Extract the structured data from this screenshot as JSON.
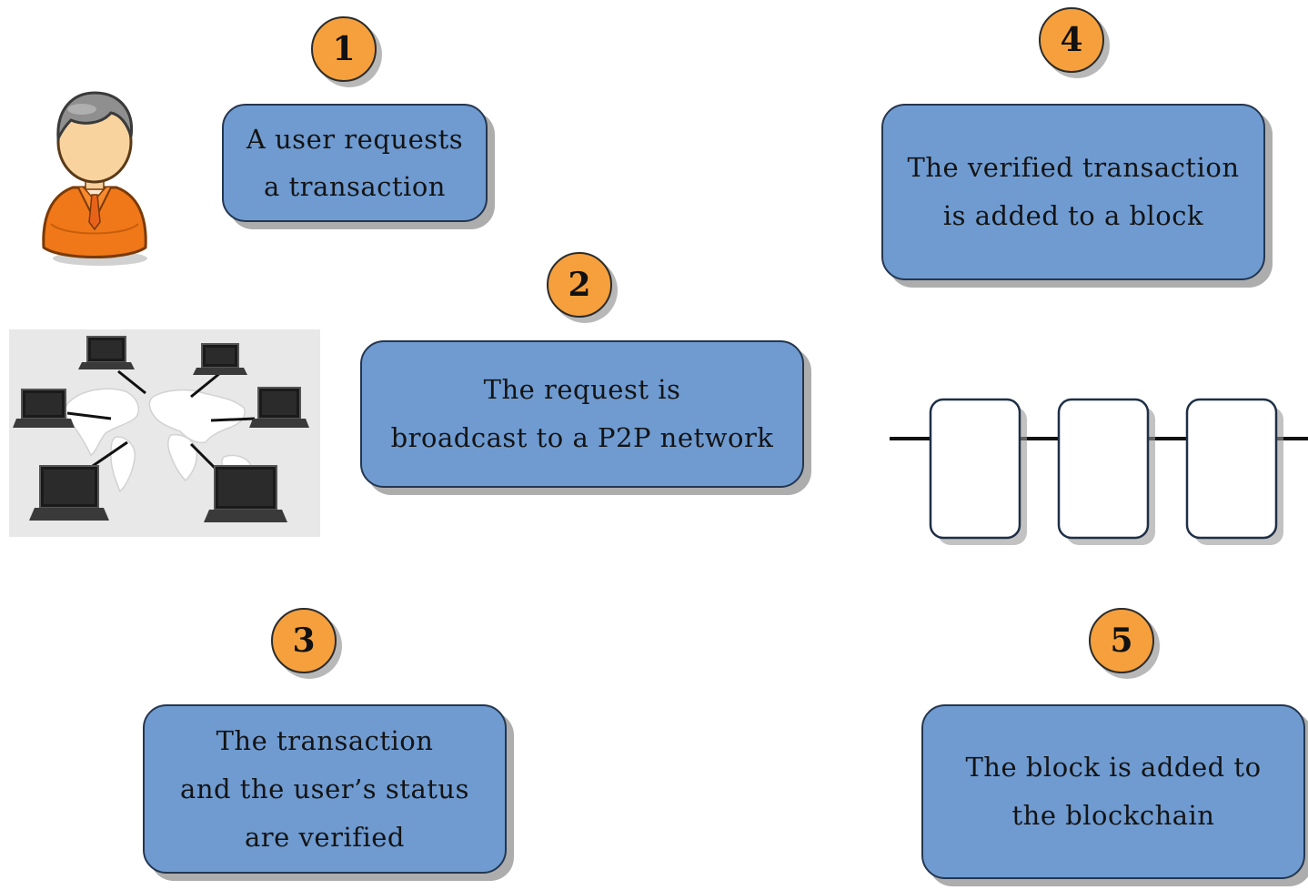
{
  "steps": [
    {
      "number": "1",
      "lines": [
        "A user requests",
        "a transaction"
      ]
    },
    {
      "number": "2",
      "lines": [
        "The request is",
        "broadcast to a P2P network"
      ]
    },
    {
      "number": "3",
      "lines": [
        "The transaction",
        "and the user’s status",
        "are verified"
      ]
    },
    {
      "number": "4",
      "lines": [
        "The verified transaction",
        "is added to a block"
      ]
    },
    {
      "number": "5",
      "lines": [
        "The block is added to",
        "the blockchain"
      ]
    }
  ],
  "colors": {
    "badge": "#f5a03c",
    "box": "#6f9bd1",
    "user_suit": "#f07818",
    "block_fill": "#ffffff"
  },
  "icons": {
    "user": "user-icon",
    "network": "p2p-network-icon",
    "chain": "blockchain-icon"
  }
}
